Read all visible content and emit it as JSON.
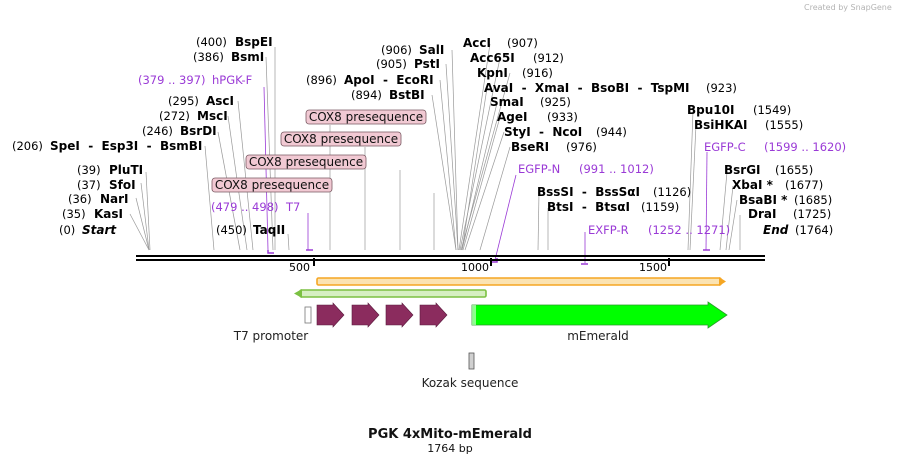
{
  "map": {
    "name": "PGK 4xMito-mEmerald",
    "length_label": "1764 bp",
    "total_bp": 1764,
    "credit": "Created by SnapGene",
    "ticks": [
      {
        "bp": 500,
        "label": "500"
      },
      {
        "bp": 1000,
        "label": "1000"
      },
      {
        "bp": 1500,
        "label": "1500"
      }
    ],
    "sites_left": [
      {
        "pos": "(400)",
        "name": "BspEI",
        "bp": 400
      },
      {
        "pos": "(386)",
        "name": "BsmI",
        "bp": 386
      },
      {
        "pos": "(295)",
        "name": "AscI",
        "bp": 295
      },
      {
        "pos": "(272)",
        "name": "MscI",
        "bp": 272
      },
      {
        "pos": "(246)",
        "name": "BsrDI",
        "bp": 246
      },
      {
        "pos": "(206)",
        "name": "SpeI  -  Esp3I  -  BsmBI",
        "bp": 206
      },
      {
        "pos": "(39)",
        "name": "PluTI",
        "bp": 39
      },
      {
        "pos": "(37)",
        "name": "SfoI",
        "bp": 37
      },
      {
        "pos": "(36)",
        "name": "NarI",
        "bp": 36
      },
      {
        "pos": "(35)",
        "name": "KasI",
        "bp": 35
      },
      {
        "pos": "(0)",
        "name": "Start",
        "bp": 0
      },
      {
        "pos": "(450)",
        "name": "TaqII",
        "bp": 450
      }
    ],
    "sites_middle": [
      {
        "pos": "(906)",
        "name": "SalI",
        "bp": 906
      },
      {
        "pos": "(905)",
        "name": "PstI",
        "bp": 905
      },
      {
        "pos": "(896)",
        "name": "ApoI  -  EcoRI",
        "bp": 896
      },
      {
        "pos": "(894)",
        "name": "BstBI",
        "bp": 894
      },
      {
        "pos": "(907)",
        "name": "AccI",
        "bp": 907
      },
      {
        "pos": "(912)",
        "name": "Acc65I",
        "bp": 912
      },
      {
        "pos": "(916)",
        "name": "KpnI",
        "bp": 916
      },
      {
        "pos": "(923)",
        "name": "AvaI  -  XmaI  -  BsoBI  -  TspMI",
        "bp": 923
      },
      {
        "pos": "(925)",
        "name": "SmaI",
        "bp": 925
      },
      {
        "pos": "(933)",
        "name": "AgeI",
        "bp": 933
      },
      {
        "pos": "(944)",
        "name": "StyI  -  NcoI",
        "bp": 944
      },
      {
        "pos": "(976)",
        "name": "BseRI",
        "bp": 976
      },
      {
        "pos": "(1126)",
        "name": "BssSI  -  BssSαI",
        "bp": 1126
      },
      {
        "pos": "(1159)",
        "name": "BtsI  -  BtsαI",
        "bp": 1159
      }
    ],
    "sites_right": [
      {
        "pos": "(1549)",
        "name": "Bpu10I",
        "bp": 1549
      },
      {
        "pos": "(1555)",
        "name": "BsiHKAI",
        "bp": 1555
      },
      {
        "pos": "(1655)",
        "name": "BsrGI",
        "bp": 1655
      },
      {
        "pos": "(1677)",
        "name": "XbaI *",
        "bp": 1677
      },
      {
        "pos": "(1685)",
        "name": "BsaBI *",
        "bp": 1685
      },
      {
        "pos": "(1725)",
        "name": "DraI",
        "bp": 1725
      },
      {
        "pos": "(1764)",
        "name": "End",
        "bp": 1764
      }
    ],
    "primers": [
      {
        "name": "hPGK-F",
        "range": "(379 .. 397)",
        "bp": 388
      },
      {
        "name": "T7",
        "range": "(479 .. 498)",
        "bp": 488
      },
      {
        "name": "EGFP-N",
        "range": "(991 .. 1012)",
        "bp": 1001
      },
      {
        "name": "EXFP-R",
        "range": "(1252 .. 1271)",
        "bp": 1261
      },
      {
        "name": "EGFP-C",
        "range": "(1599 .. 1620)",
        "bp": 1609
      }
    ],
    "presequence_label": "COX8 presequence",
    "features": [
      {
        "name": "T7 promoter",
        "color": "#ffffff"
      },
      {
        "name": "mEmerald",
        "color": "#00ff00"
      },
      {
        "name": "Kozak sequence",
        "color": "#c8c8c8"
      }
    ],
    "colors": {
      "primer": "#9a3ad6",
      "cox8_box": "#f1c9d3",
      "cox8_arrow": "#8b2c5e",
      "orf_orange": "#f5a623",
      "orf_green": "#7bc142",
      "mEmerald": "#00ff00"
    }
  }
}
